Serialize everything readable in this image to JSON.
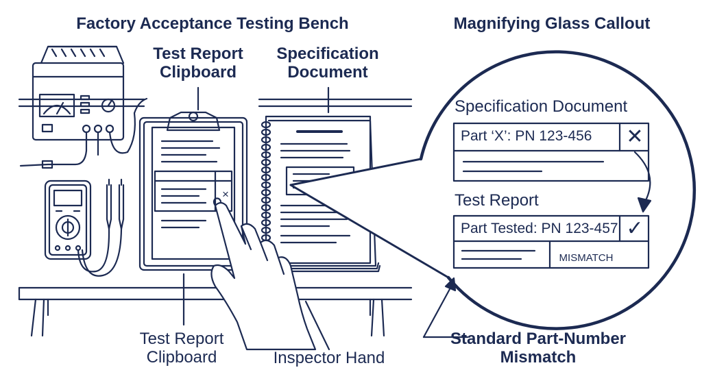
{
  "labels": {
    "bench_title": "Factory Acceptance Testing Bench",
    "clipboard_top": "Test Report Clipboard",
    "spec_doc_top": "Specification Document",
    "callout_title": "Magnifying Glass Callout",
    "clipboard_bottom": "Test Report Clipboard",
    "inspector_hand": "Inspector Hand",
    "mismatch_title": "Standard Part-Number Mismatch"
  },
  "callout": {
    "spec_title": "Specification Document",
    "spec_part": "Part ‘X’: PN 123-456",
    "spec_mark": "✕",
    "test_title": "Test Report",
    "test_part": "Part Tested: PN 123-457",
    "test_mark": "✓",
    "mismatch_tag": "MISMATCH"
  },
  "clipboard": {
    "mark": "×"
  },
  "colors": {
    "ink": "#1c2a52",
    "paper": "#ffffff"
  }
}
